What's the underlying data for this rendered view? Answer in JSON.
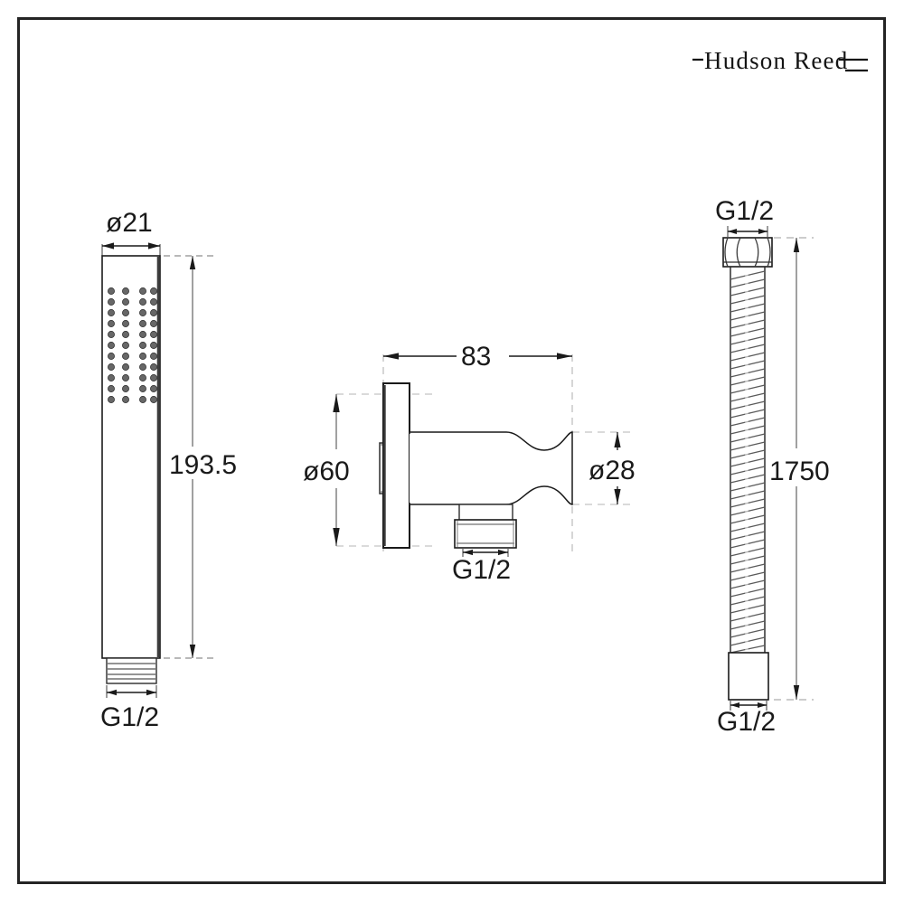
{
  "sheet": {
    "background_color": "#ffffff",
    "border_color": "#242424",
    "line_color": "#1a1a1a",
    "thin_line_color": "#595959"
  },
  "brand": {
    "logo_text": "Hudson Reed",
    "logo_name": "hudson-reed-logo"
  },
  "views": [
    {
      "id": "handset",
      "name": "shower-handset-view",
      "labels": {
        "width": "ø21",
        "length": "193.5",
        "connection": "G1/2"
      },
      "spray_face": {
        "columns": 4,
        "rows": 11
      }
    },
    {
      "id": "wall-outlet",
      "name": "wall-outlet-elbow-view",
      "labels": {
        "projection": "83",
        "plate_diameter": "ø60",
        "body_diameter": "ø28",
        "connection": "G1/2"
      }
    },
    {
      "id": "hose",
      "name": "shower-hose-view",
      "labels": {
        "top_connection": "G1/2",
        "length": "1750",
        "bottom_connection": "G1/2"
      }
    }
  ],
  "dimensions": {
    "handset_width": "ø21",
    "handset_length": "193.5",
    "handset_thread": "G1/2",
    "outlet_projection": "83",
    "outlet_plate_diameter": "ø60",
    "outlet_body_diameter": "ø28",
    "outlet_thread": "G1/2",
    "hose_top_thread": "G1/2",
    "hose_length": "1750",
    "hose_bottom_thread": "G1/2"
  }
}
